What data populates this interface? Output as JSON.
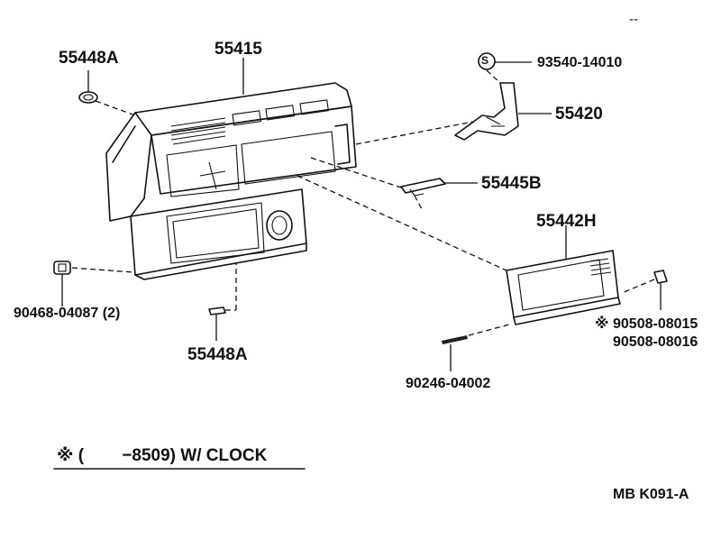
{
  "labels": {
    "p_55448a_top": "55448A",
    "p_55415": "55415",
    "p_93540": "93540-14010",
    "p_s_mark": "S",
    "p_55420": "55420",
    "p_55445b": "55445B",
    "p_55442h": "55442H",
    "p_90468": "90468-04087 (2)",
    "p_55448a_bottom": "55448A",
    "p_90508_a": "※ 90508-08015",
    "p_90508_b": "90508-08016",
    "p_90246": "90246-04002",
    "note": "※ (        −8509) W/ CLOCK",
    "code": "MB  K091-A",
    "corner_mark": "--"
  }
}
